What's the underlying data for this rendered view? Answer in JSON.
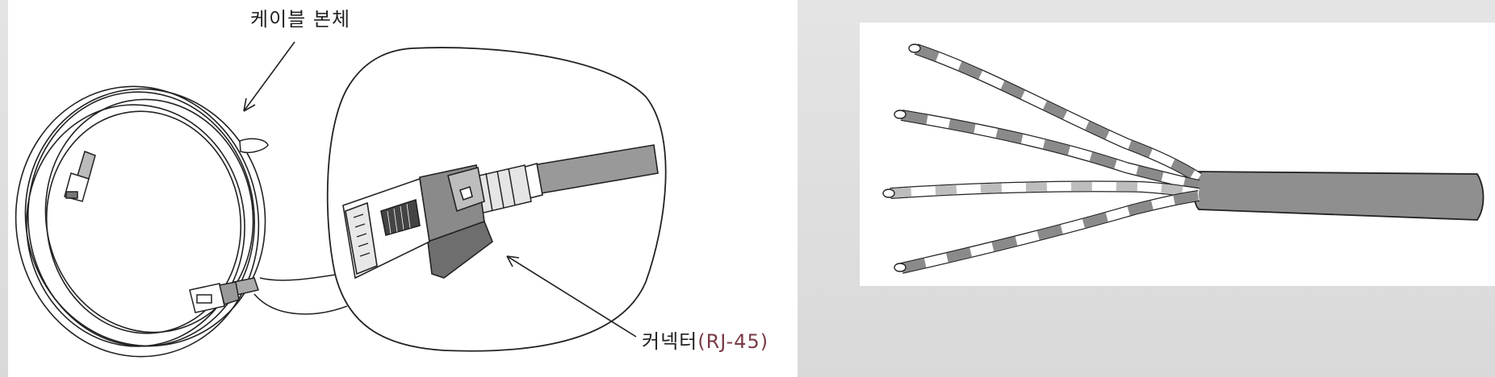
{
  "left_panel": {
    "label_cable_body": "케이블 본체",
    "label_connector": "커넥터",
    "label_connector_paren": "(RJ-45)"
  },
  "colors": {
    "ink": "#222222",
    "label_accent": "#7a3b46",
    "cable_gray": "#8f8f8f",
    "wire_dark": "#8a8a8a"
  }
}
